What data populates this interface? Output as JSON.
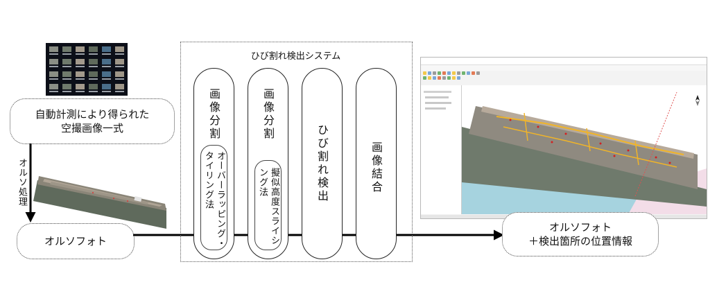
{
  "top_left_box": {
    "lines": [
      "自動計測により得られた",
      "空撮画像一式"
    ]
  },
  "process_label": "オルソ処理",
  "ortho_box_label": "オルソフォト",
  "system": {
    "title": "ひび割れ検出システム",
    "steps": [
      {
        "label": "画像分割",
        "sub": "オーバーラッピング・タイリング法"
      },
      {
        "label": "画像分割",
        "sub": "擬似高度スライシング法"
      },
      {
        "label": "ひび割れ検出",
        "sub": ""
      },
      {
        "label": "画像結合",
        "sub": ""
      }
    ]
  },
  "result_box": {
    "lines": [
      "オルソフォト",
      "＋検出箇所の位置情報"
    ]
  },
  "colors": {
    "line": "#000000",
    "pill_border": "#222222",
    "water": "#a6d3df",
    "seawall": "#6f7a6c"
  }
}
